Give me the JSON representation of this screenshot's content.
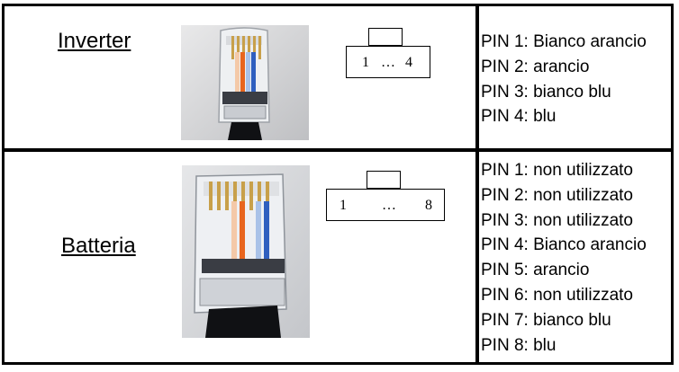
{
  "rows": [
    {
      "label": "Inverter",
      "connector": {
        "first": "1",
        "ellipsis": "…",
        "last": "4"
      },
      "pins": [
        "PIN 1: Bianco arancio",
        "PIN 2: arancio",
        "PIN 3: bianco blu",
        "PIN 4: blu"
      ]
    },
    {
      "label": "Batteria",
      "connector": {
        "first": "1",
        "ellipsis": "…",
        "last": "8"
      },
      "pins": [
        "PIN 1: non utilizzato",
        "PIN 2: non utilizzato",
        "PIN 3: non utilizzato",
        "PIN 4: Bianco arancio",
        "PIN 5: arancio",
        "PIN 6: non utilizzato",
        "PIN 7: bianco blu",
        "PIN 8: blu"
      ]
    }
  ],
  "colors": {
    "white_orange": "#f4c9a8",
    "orange": "#e8651e",
    "white_blue": "#a9c2e8",
    "blue": "#2f5fbf",
    "contact": "#c8a04a"
  }
}
